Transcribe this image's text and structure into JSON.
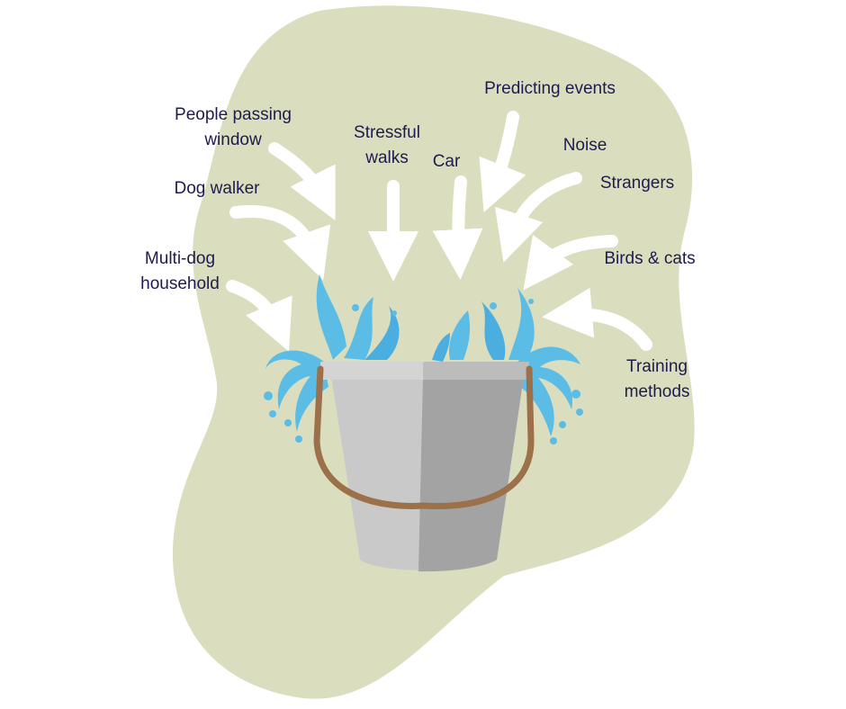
{
  "stressors": [
    {
      "id": "people-passing-window",
      "lines": [
        "People passing",
        "window"
      ]
    },
    {
      "id": "stressful-walks",
      "lines": [
        "Stressful",
        "walks"
      ]
    },
    {
      "id": "car",
      "lines": [
        "Car"
      ]
    },
    {
      "id": "predicting-events",
      "lines": [
        "Predicting events"
      ]
    },
    {
      "id": "noise",
      "lines": [
        "Noise"
      ]
    },
    {
      "id": "strangers",
      "lines": [
        "Strangers"
      ]
    },
    {
      "id": "dog-walker",
      "lines": [
        "Dog walker"
      ]
    },
    {
      "id": "birds-cats",
      "lines": [
        "Birds & cats"
      ]
    },
    {
      "id": "multi-dog-household",
      "lines": [
        "Multi-dog",
        "household"
      ]
    },
    {
      "id": "training-methods",
      "lines": [
        "Training",
        "methods"
      ]
    }
  ],
  "colors": {
    "blob": "#dadebe",
    "text": "#1e1b4f",
    "arrow": "#ffffff",
    "bucket_light": "#c9c9c9",
    "bucket_dark": "#a3a3a3",
    "handle": "#9c7048",
    "water": "#5bbde5",
    "water_dark": "#2f8fcf"
  },
  "icons": {
    "bucket": "bucket-icon",
    "water": "water-splash-icon",
    "arrow": "curved-arrow-icon"
  }
}
